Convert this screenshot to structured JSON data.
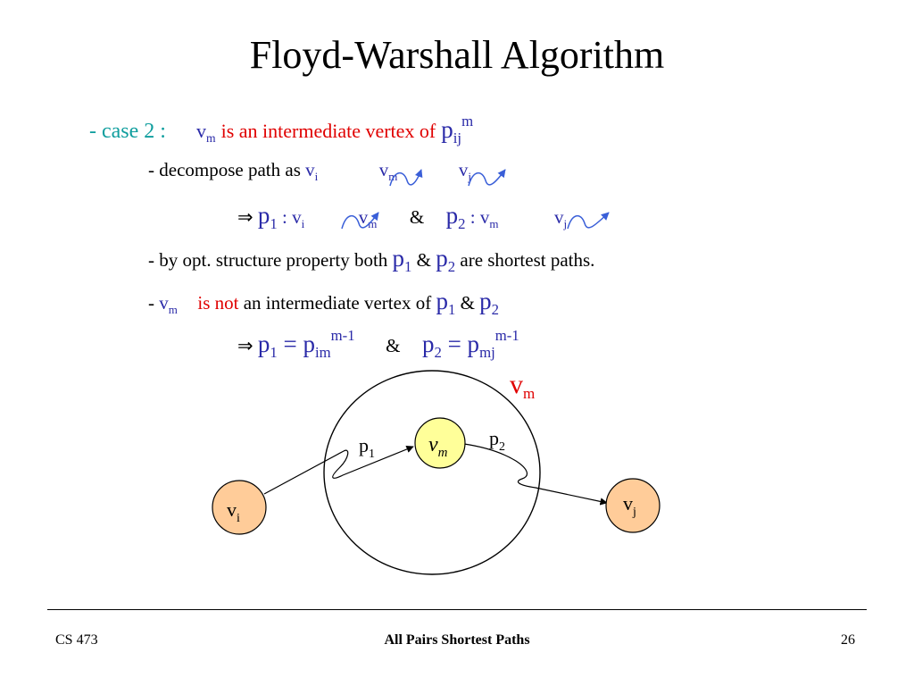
{
  "title": "Floyd-Warshall Algorithm",
  "line1": {
    "case": "- case 2 :",
    "v": "v",
    "m": "m",
    "text": "is an intermediate vertex of",
    "p": "p",
    "ij": "ij",
    "sup": "m"
  },
  "line2": {
    "text": "- decompose path as",
    "v1": "v",
    "s1": "i",
    "v2": "v",
    "s2": "m",
    "v3": "v",
    "s3": "j"
  },
  "line3": {
    "implies": "⇒",
    "p1": "p",
    "p1s": "1",
    "c1": " : v",
    "s1": "i",
    "v2": "v",
    "s2": "m",
    "amp": "&",
    "p2": "p",
    "p2s": "2",
    "c2": " : v",
    "s3": "m",
    "v4": "v",
    "s4": "j"
  },
  "line4": {
    "text": "- by opt. structure property both",
    "p1": "p",
    "p1s": "1",
    "amp": "&",
    "p2": "p",
    "p2s": "2",
    "tail": "are shortest paths."
  },
  "line5": {
    "dash": "- ",
    "v": "v",
    "m": "m",
    "isnot": "is not",
    "text": "an intermediate vertex of",
    "p1": "p",
    "p1s": "1",
    "amp": "&",
    "p2": "p",
    "p2s": "2"
  },
  "line6": {
    "implies": "⇒",
    "p1": "p",
    "p1s": "1",
    "eq": " = p",
    "im": "im",
    "sup1": "m-1",
    "amp": "&",
    "p2": "p",
    "p2s": "2",
    "eq2": " = p",
    "mj": "mj",
    "sup2": "m-1"
  },
  "diagram": {
    "set_label": "v",
    "set_label_sub": "m",
    "vi": "v",
    "vi_sub": "i",
    "vm": "v",
    "vm_sub": "m",
    "vj": "v",
    "vj_sub": "j",
    "p1": "p",
    "p1_sub": "1",
    "p2": "p",
    "p2_sub": "2",
    "node_fill": "#ffff99",
    "node_fill_orange": "#ffcc99"
  },
  "footer": {
    "left": "CS 473",
    "center": "All Pairs Shortest Paths",
    "right": "26"
  },
  "colors": {
    "teal": "#109e9e",
    "red": "#e00000",
    "blue": "#2a2aa8",
    "arrow": "#3a5fd8"
  }
}
